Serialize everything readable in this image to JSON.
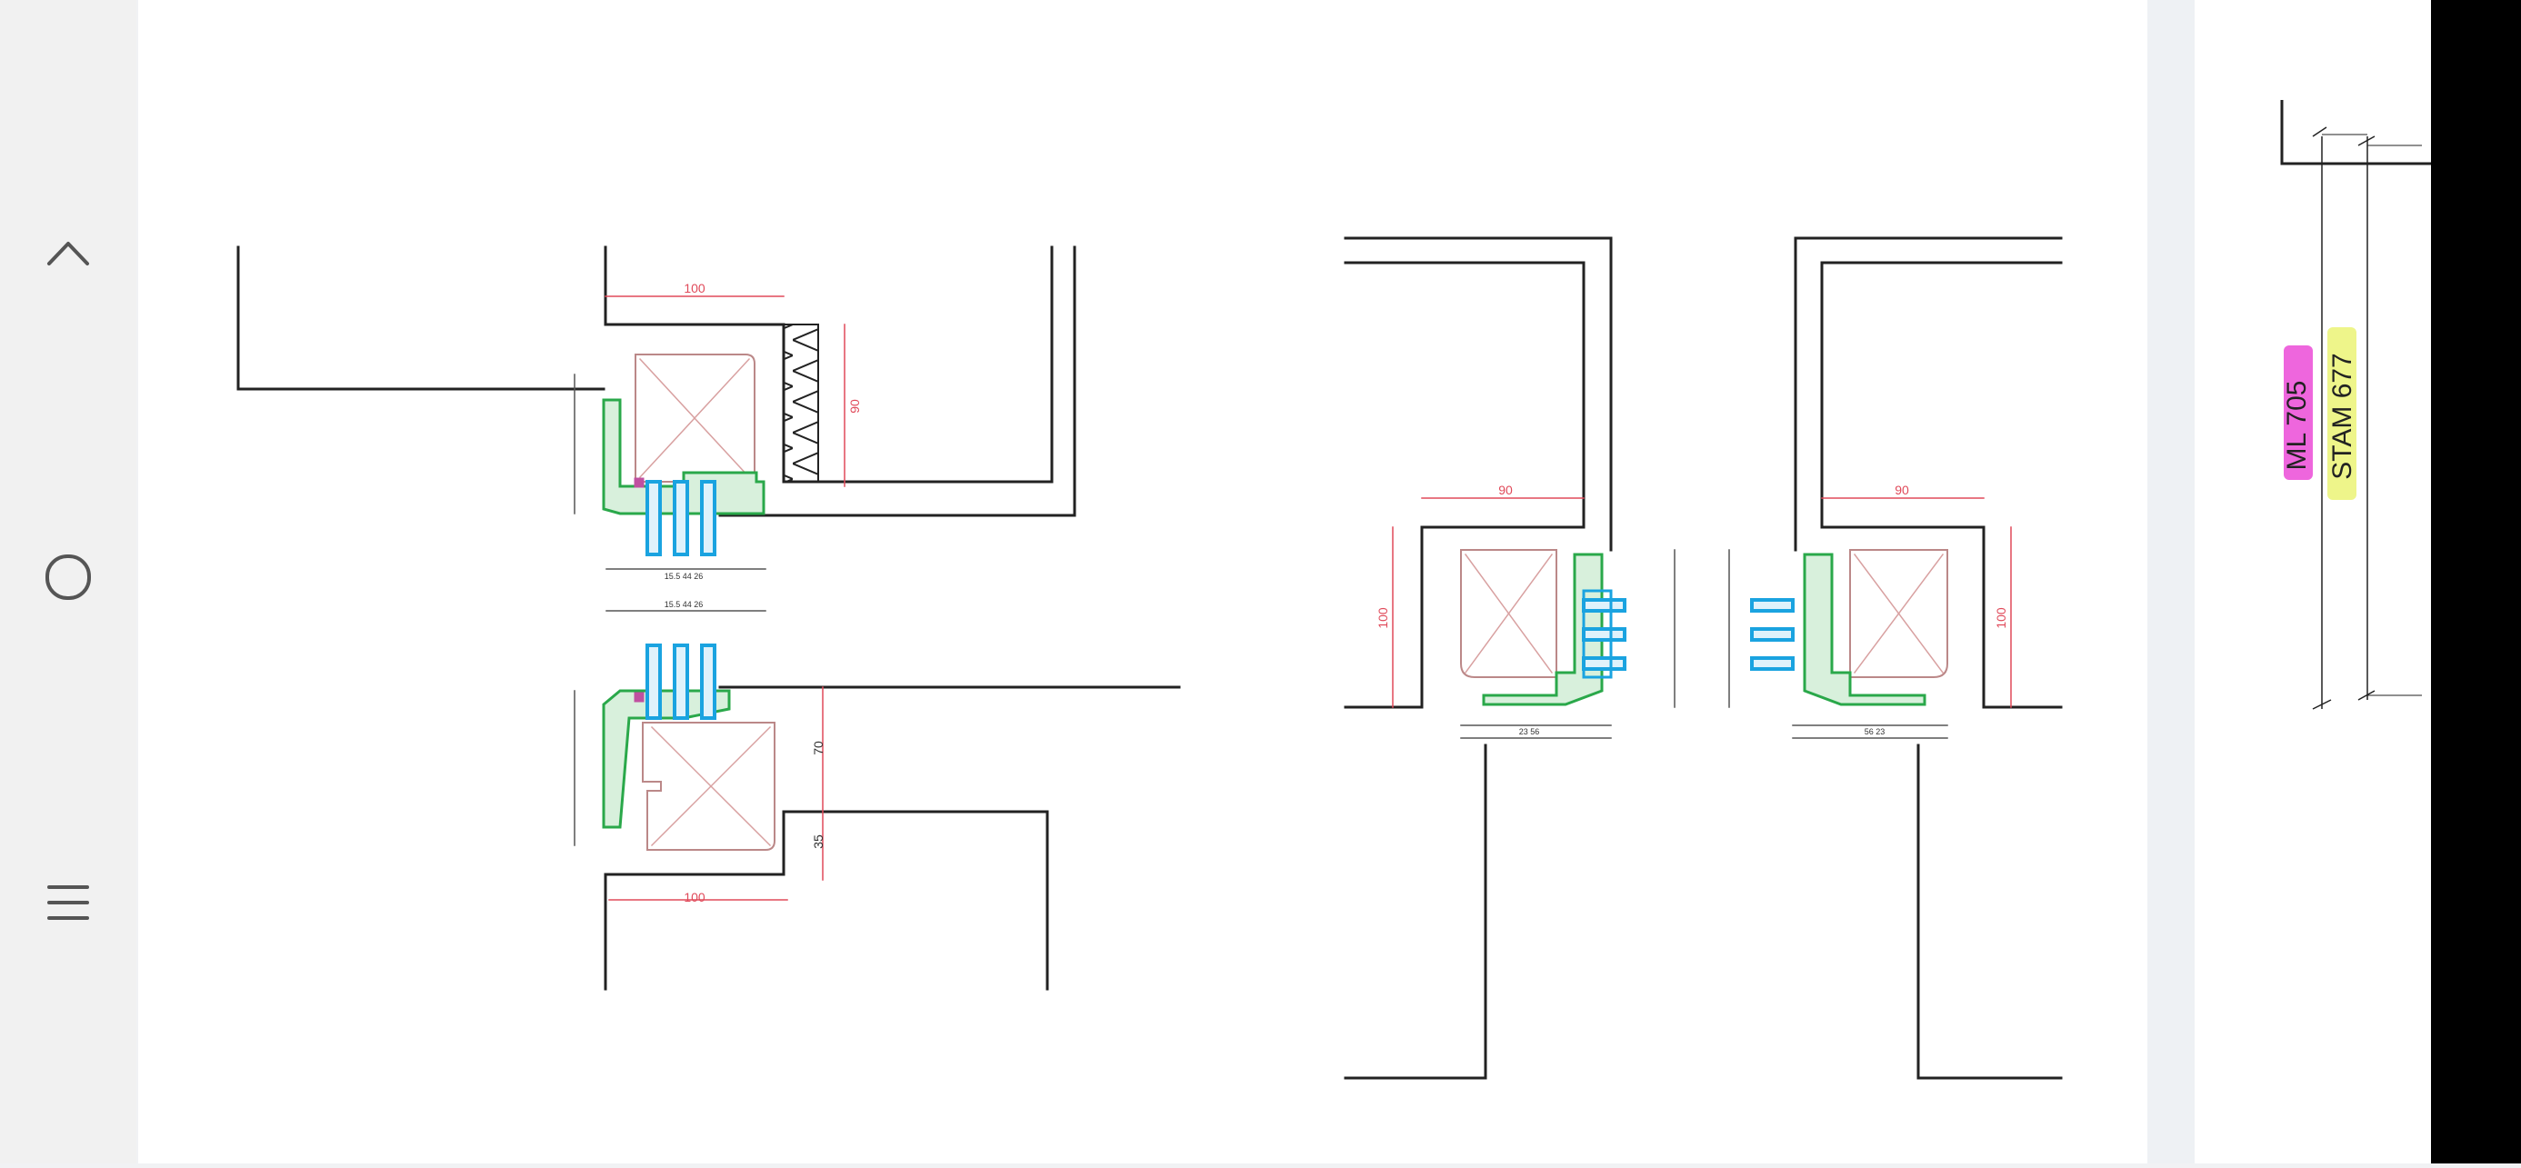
{
  "nav": {
    "buttons": [
      {
        "name": "chevron-up-icon"
      },
      {
        "name": "home-circle-icon"
      },
      {
        "name": "menu-lines-icon"
      }
    ]
  },
  "drawing": {
    "top_left": {
      "dim_width": "100",
      "dim_height": "90",
      "dim_profile": "15.5   44   26"
    },
    "bottom_left": {
      "dim_width": "100",
      "dim_70": "70",
      "dim_35": "35",
      "dim_profile": "15.5   44   26"
    },
    "middle": {
      "dim_width": "90",
      "dim_height": "100",
      "dim_bottom": "23   56"
    },
    "right": {
      "dim_width": "90",
      "dim_height": "100",
      "dim_bottom": "56   23"
    }
  },
  "annotations": {
    "ml": "ML 705",
    "stam": "STAM 677",
    "ml_color": "#ee66dd",
    "stam_color": "#eef58a"
  }
}
